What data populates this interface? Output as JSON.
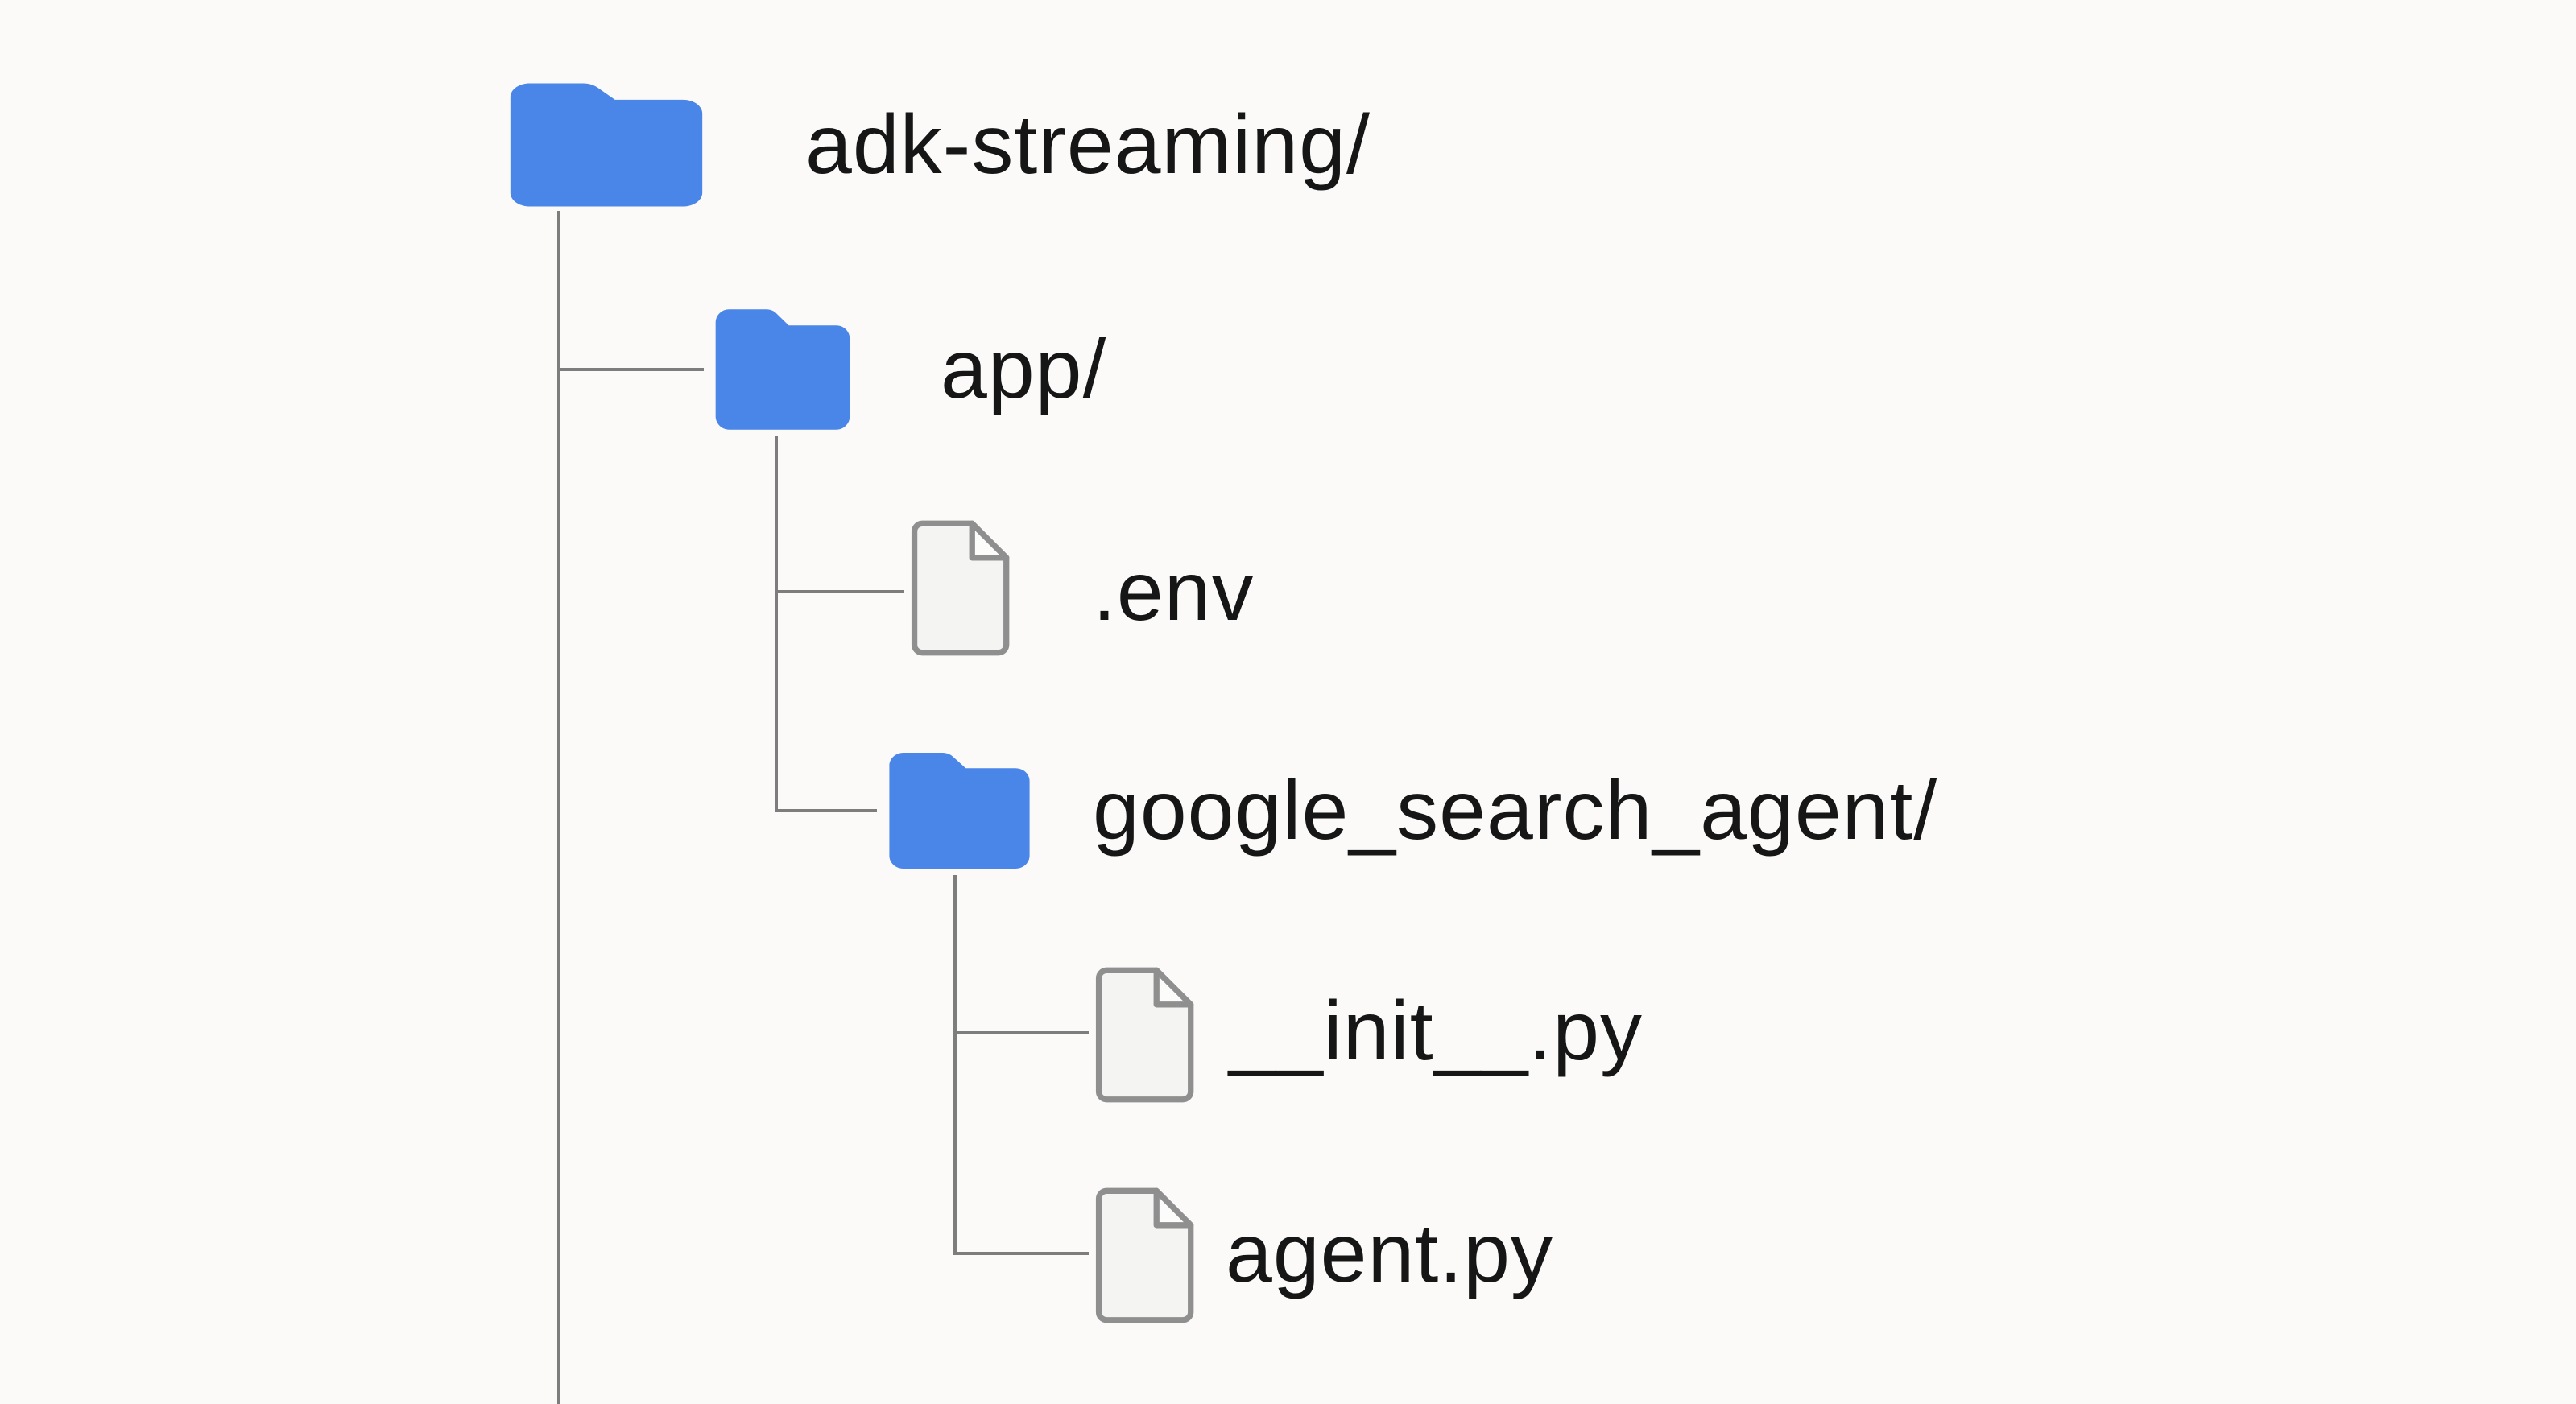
{
  "diagram_title": "project file structure tree",
  "colors": {
    "background": "#fbfaf8",
    "folder_blue": "#4a85e8",
    "file_fill": "#f4f4f3",
    "file_fold_fill": "#fcfcfb",
    "file_stroke": "#8f8f8f",
    "connector_gray": "#7d7d7d",
    "label_text": "#161616"
  },
  "icons": {
    "folder": "folder-icon",
    "file": "file-icon"
  },
  "tree": {
    "nodes": [
      {
        "id": "adk-streaming",
        "label": "adk-streaming/",
        "type": "folder",
        "depth": 0,
        "parent": null
      },
      {
        "id": "app",
        "label": "app/",
        "type": "folder",
        "depth": 1,
        "parent": "adk-streaming"
      },
      {
        "id": "env",
        "label": ".env",
        "type": "file",
        "depth": 2,
        "parent": "app"
      },
      {
        "id": "google_search_agent",
        "label": "google_search_agent/",
        "type": "folder",
        "depth": 2,
        "parent": "app"
      },
      {
        "id": "init",
        "label": "__init__.py",
        "type": "file",
        "depth": 3,
        "parent": "google_search_agent"
      },
      {
        "id": "agent",
        "label": "agent.py",
        "type": "file",
        "depth": 3,
        "parent": "google_search_agent"
      }
    ]
  }
}
